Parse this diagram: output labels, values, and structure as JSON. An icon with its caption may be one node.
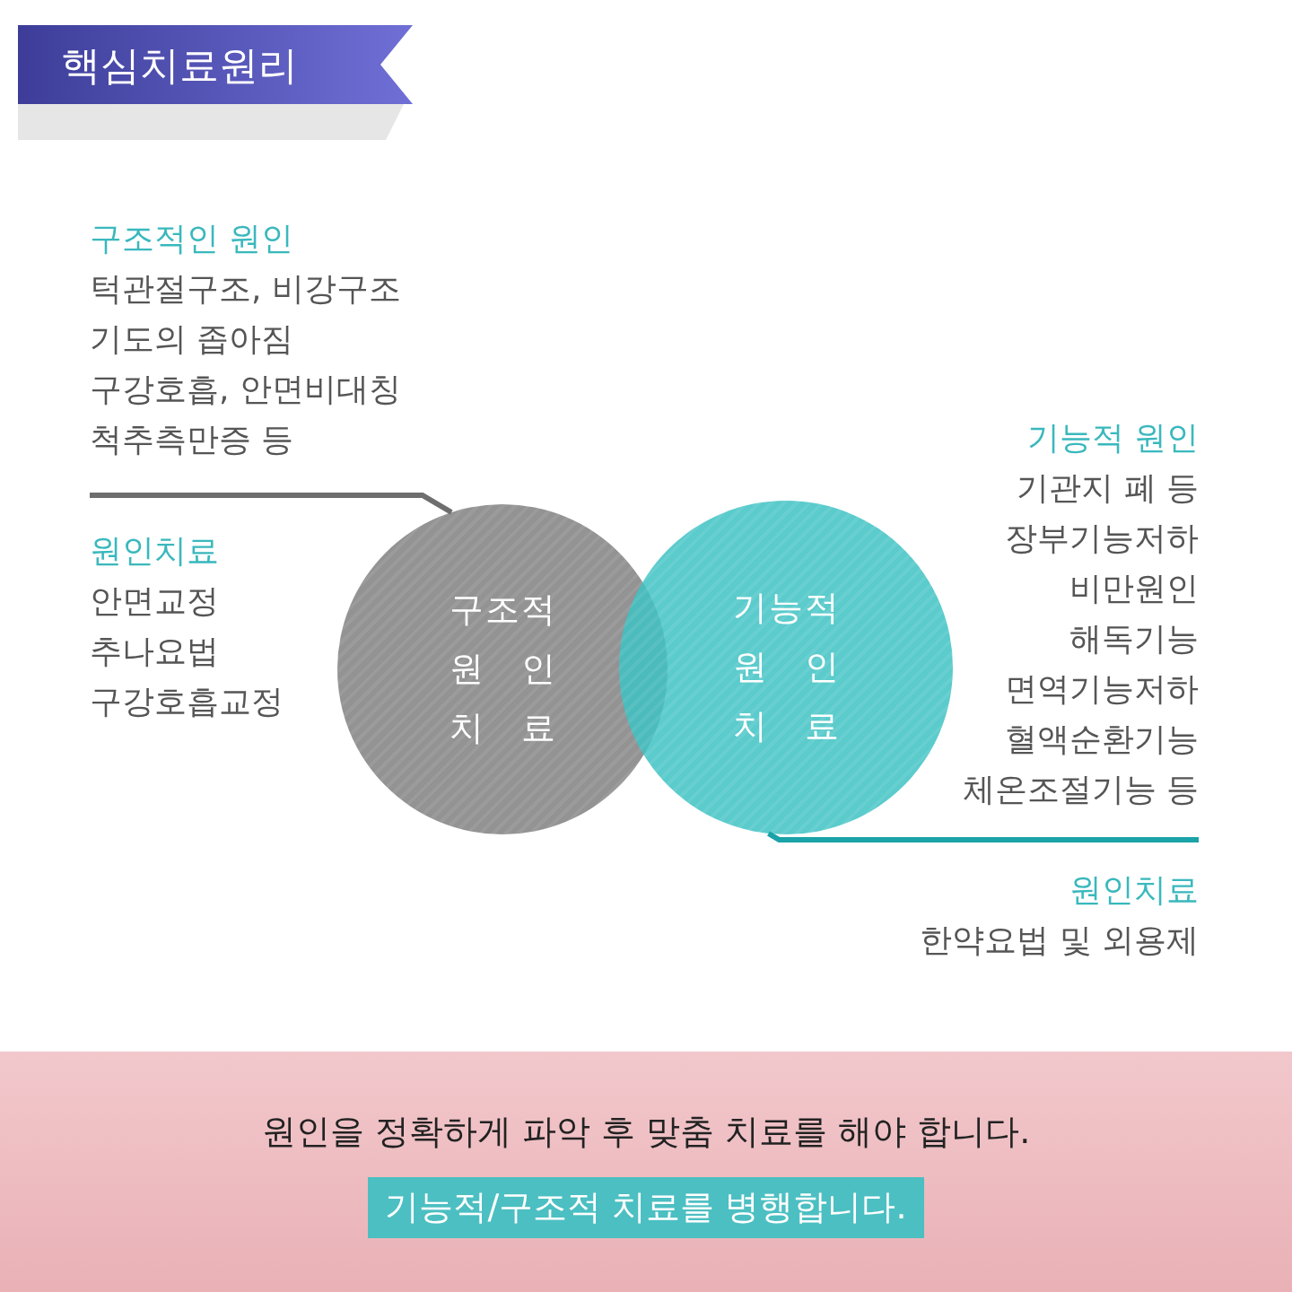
{
  "diagram": {
    "title": "핵심치료원리",
    "nodes": [
      {
        "text": [
          "구조적인 원인",
          "턱관절구조, 비강구조",
          "기도의 좁아짐",
          "구강호흡, 안면비대칭",
          "척추측만증 등"
        ]
      },
      {
        "text": [
          "원인치료",
          "안면교정",
          "추나요법",
          "구강호흡교정"
        ]
      },
      {
        "text": [
          "구조적 원인 치료"
        ]
      },
      {
        "text": [
          "기능적 원인 치료"
        ]
      },
      {
        "text": [
          "기능적 원인",
          "기관지 폐 등",
          "장부기능저하",
          "비만원인",
          "해독기능",
          "면역기능저하",
          "혈액순환기능",
          "체온조절기능 등"
        ]
      },
      {
        "text": [
          "원인치료",
          "한약요법 및 외용제"
        ]
      }
    ],
    "edges": [
      {
        "from": 0,
        "to": 2,
        "arrow": "none",
        "color": "#6e6e6e"
      },
      {
        "from": 4,
        "to": 3,
        "arrow": "none",
        "color": "#1aa3a8"
      }
    ],
    "labels": [
      "원인을 정확하게 파악 후 맞춤 치료를 해야 합니다.",
      "기능적/구조적 치료를 병행합니다."
    ]
  }
}
